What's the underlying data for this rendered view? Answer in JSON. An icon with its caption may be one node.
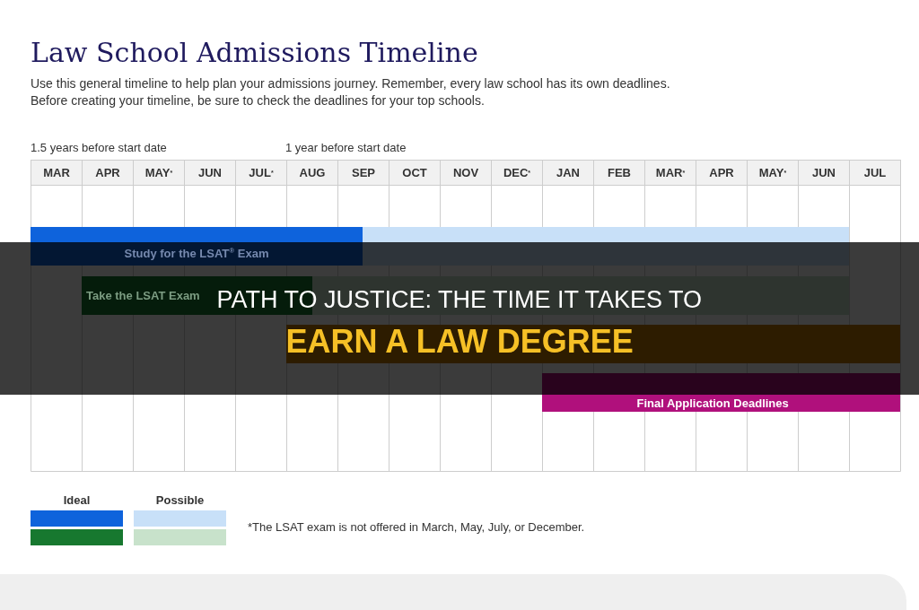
{
  "diagram": {
    "title": "Law School Admissions Timeline",
    "nodes": [
      {
        "text": [
          "Study for the LSAT$^{®}$ Exam"
        ]
      },
      {
        "text": [
          "Take the LSAT Exam"
        ]
      },
      {
        "text": [],
        "shape": "bar"
      },
      {
        "text": [
          "Final Application Deadlines"
        ]
      }
    ],
    "labels": [
      "Use this general timeline to help plan your admissions journey. Remember, every law school has its own deadlines. Before creating your timeline, be sure to check the deadlines for your top schools.",
      "1.5 years before start date",
      "1 year before start date",
      "MAR",
      "APR",
      "MAY$^{*}$",
      "JUN",
      "JUL$^{*}$",
      "AUG",
      "SEP",
      "OCT",
      "NOV",
      "DEC$^{*}$",
      "JAN",
      "FEB",
      "MAR$^{*}$",
      "APR",
      "MAY$^{*}$",
      "JUN",
      "JUL",
      "PATH TO JUSTICE: THE TIME IT TAKES TO",
      "EARN A LAW DEGREE",
      "*The LSAT exam is not offered in March, May, July, or December."
    ],
    "legend": [
      {
        "text": "Ideal",
        "color": "#0e63dc"
      },
      {
        "text": "Possible",
        "color": "#c8e0f8"
      }
    ]
  }
}
